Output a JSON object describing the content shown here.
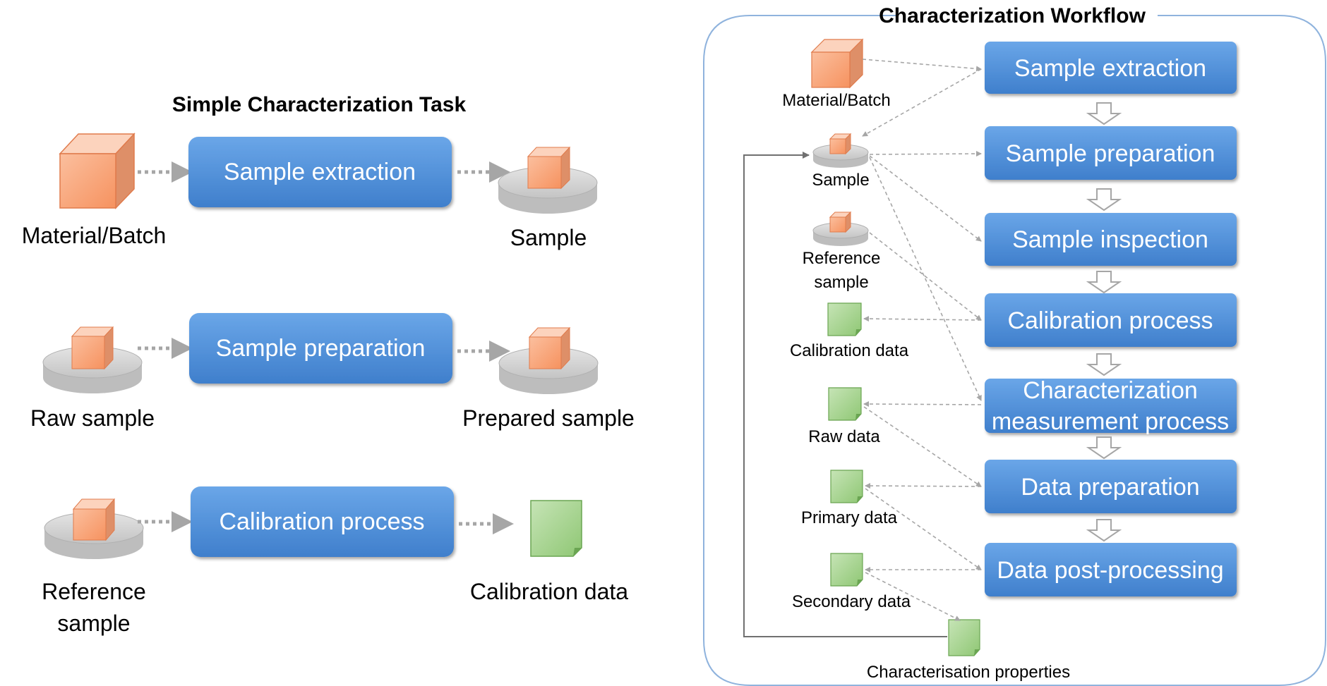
{
  "left": {
    "title": "Simple Characterization Task",
    "rows": [
      {
        "input": "Material/Batch",
        "process": "Sample extraction",
        "output": "Sample"
      },
      {
        "input": "Raw sample",
        "process": "Sample preparation",
        "output": "Prepared sample"
      },
      {
        "input_line1": "Reference",
        "input_line2": "sample",
        "process": "Calibration process",
        "output": "Calibration data"
      }
    ]
  },
  "right": {
    "title": "Characterization Workflow",
    "processes": [
      "Sample extraction",
      "Sample preparation",
      "Sample inspection",
      "Calibration process",
      "Characterization",
      "measurement process",
      "Data preparation",
      "Data post-processing"
    ],
    "artifacts": {
      "material": "Material/Batch",
      "sample": "Sample",
      "reference_line1": "Reference",
      "reference_line2": "sample",
      "calibration_data": "Calibration  data",
      "raw_data": "Raw data",
      "primary_data": "Primary  data",
      "secondary_data": "Secondary data",
      "properties": "Characterisation  properties"
    }
  },
  "colors": {
    "process_blue": "#4f8fd6",
    "cube_orange": "#f79a74",
    "doc_green": "#9bd083",
    "disc_gray": "#d5d5d5",
    "container_border": "#8fb3dd"
  }
}
